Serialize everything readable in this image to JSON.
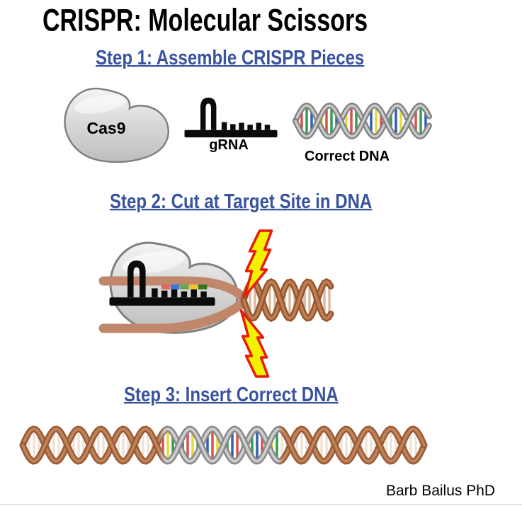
{
  "title": "CRISPR: Molecular Scissors",
  "credit": "Barb Bailus PhD",
  "steps": [
    {
      "heading": "Step 1: Assemble CRISPR Pieces"
    },
    {
      "heading": "Step 2: Cut at Target Site in DNA"
    },
    {
      "heading": "Step 3: Insert Correct DNA"
    }
  ],
  "labels": {
    "cas9": "Cas9",
    "grna": "gRNA",
    "correct_dna": "Correct DNA"
  },
  "icons": {
    "cas9": "cas9-protein-blob",
    "grna": "grna-comb-hairpin",
    "dna": "double-helix",
    "bolt": "lightning-bolt"
  },
  "colors": {
    "heading_blue": "#39539F",
    "text_black": "#000000",
    "cas9_fill_top": "#F4F4F4",
    "cas9_fill_mid": "#DADADA",
    "cas9_fill_bottom": "#BEBEBE",
    "cas9_stroke": "#7F7F7F",
    "grna_black": "#0B0B0B",
    "strand_gray_dark": "#808080",
    "strand_gray_light": "#C9C9C9",
    "strand_brown_dark": "#9A5C38",
    "strand_brown_light": "#C08459",
    "strand_copper_dark": "#955730",
    "strand_copper_light": "#C27E52",
    "strand_tan": "#C1876B",
    "rung_tan": "#EFE2D4",
    "rung_copper": "#DDBA9E",
    "bolt_yellow": "#F4F100",
    "bolt_red": "#E81B0C",
    "step1_rungs": [
      "#D9534F",
      "#2F9E4F",
      "#3060B0",
      "#E6D938"
    ],
    "step3_mid_rungs": [
      "#3060B0",
      "#D9534F",
      "#E6D938",
      "#2F9E4F"
    ],
    "guide_strip": [
      "#E06666",
      "#3C78D8",
      "#6AA84F",
      "#F1C232",
      "#38761D"
    ]
  }
}
